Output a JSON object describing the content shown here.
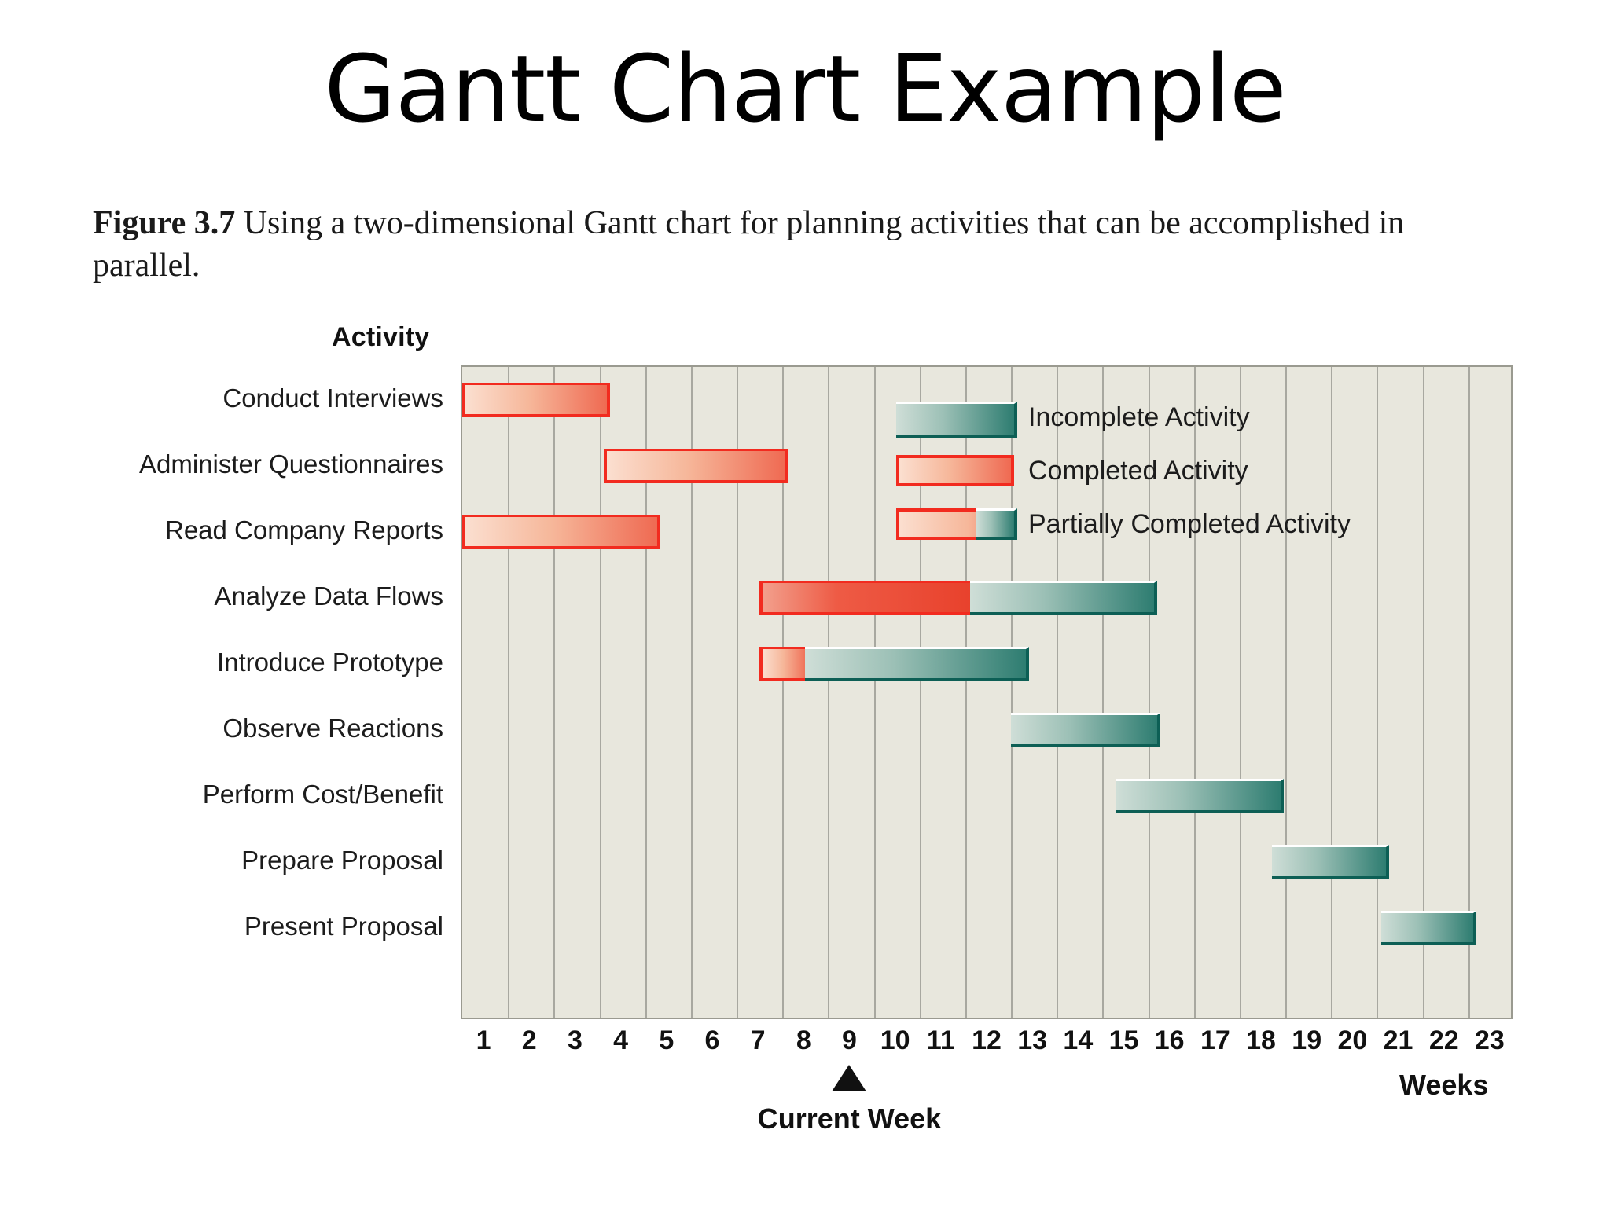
{
  "slide": {
    "title": "Gantt Chart Example"
  },
  "figure": {
    "label": "Figure 3.7",
    "caption": "Using a two-dimensional Gantt chart for planning activities that can be accomplished in parallel."
  },
  "chart_data": {
    "type": "bar",
    "chart_subtype": "gantt",
    "title": "Gantt Chart Example",
    "axis_header": "Activity",
    "xlabel": "Weeks",
    "ylabel": "Activity",
    "xlim": [
      0,
      23
    ],
    "grid": true,
    "tick_labels": [
      "1",
      "2",
      "3",
      "4",
      "5",
      "6",
      "7",
      "8",
      "9",
      "10",
      "11",
      "12",
      "13",
      "14",
      "15",
      "16",
      "17",
      "18",
      "19",
      "20",
      "21",
      "22",
      "23"
    ],
    "current_week": {
      "label": "Current Week",
      "value": 9
    },
    "legend": {
      "position": "inside-top-right",
      "entries": [
        {
          "key": "incomplete",
          "label": "Incomplete Activity",
          "color": "#2e7d71"
        },
        {
          "key": "completed",
          "label": "Completed Activity",
          "color": "#f22b1f"
        },
        {
          "key": "partial",
          "label": "Partially Completed Activity",
          "color": "#ef6a52"
        }
      ]
    },
    "categories": [
      "Conduct Interviews",
      "Administer Questionnaires",
      "Read Company Reports",
      "Analyze Data Flows",
      "Introduce Prototype",
      "Observe Reactions",
      "Perform Cost/Benefit",
      "Prepare Proposal",
      "Present Proposal"
    ],
    "tasks": [
      {
        "name": "Conduct Interviews",
        "start": 0.0,
        "end": 3.1,
        "status": "completed",
        "completed_through": 3.1
      },
      {
        "name": "Administer Questionnaires",
        "start": 3.1,
        "end": 7.0,
        "status": "completed",
        "completed_through": 7.0
      },
      {
        "name": "Read Company Reports",
        "start": 0.0,
        "end": 4.2,
        "status": "completed",
        "completed_through": 4.2
      },
      {
        "name": "Analyze Data Flows",
        "start": 6.5,
        "end": 15.2,
        "status": "partial",
        "completed_through": 11.1
      },
      {
        "name": "Introduce Prototype",
        "start": 6.5,
        "end": 12.4,
        "status": "partial",
        "completed_through": 7.5
      },
      {
        "name": "Observe Reactions",
        "start": 12.0,
        "end": 15.2,
        "status": "incomplete",
        "completed_through": 12.0
      },
      {
        "name": "Perform Cost/Benefit",
        "start": 14.3,
        "end": 17.9,
        "status": "incomplete",
        "completed_through": 14.3
      },
      {
        "name": "Prepare Proposal",
        "start": 17.7,
        "end": 20.2,
        "status": "incomplete",
        "completed_through": 17.7
      },
      {
        "name": "Present Proposal",
        "start": 20.1,
        "end": 22.1,
        "status": "incomplete",
        "completed_through": 20.1
      }
    ]
  }
}
